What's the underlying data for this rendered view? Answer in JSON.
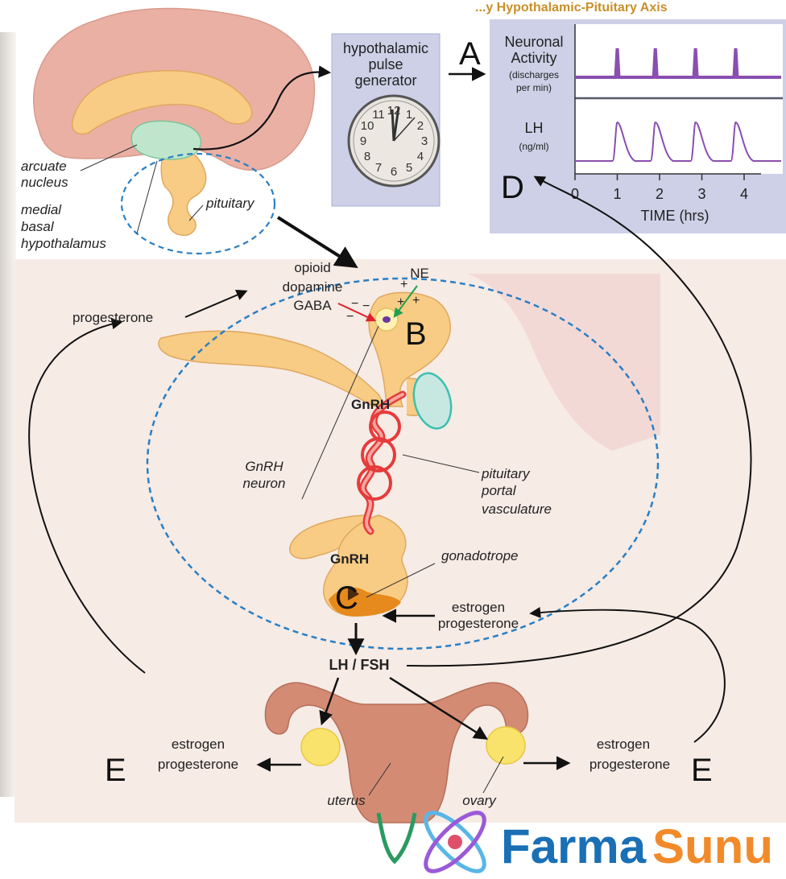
{
  "header_fragment": "...y Hypothalamic-Pituitary Axis",
  "brain": {
    "arcuate_label": [
      "arcuate",
      "nucleus"
    ],
    "mbh_label": [
      "medial",
      "basal",
      "hypothalamus"
    ],
    "pituitary_label": "pituitary"
  },
  "generator": {
    "title": [
      "hypothalamic",
      "pulse",
      "generator"
    ],
    "clock_numbers": [
      "12",
      "1",
      "2",
      "3",
      "4",
      "5",
      "6",
      "7",
      "8",
      "9",
      "10",
      "11"
    ],
    "label_A": "A"
  },
  "graphs": {
    "neuronal_title": [
      "Neuronal",
      "Activity"
    ],
    "neuronal_unit": [
      "(discharges",
      "per min)"
    ],
    "lh_title": "LH",
    "lh_unit": "(ng/ml)",
    "label_D": "D",
    "x_ticks": [
      "0",
      "1",
      "2",
      "3",
      "4"
    ],
    "x_label": "TIME (hrs)",
    "line_color": "#8a4fb0"
  },
  "chart_data": [
    {
      "type": "line",
      "title": "Neuronal Activity",
      "ylabel": "(discharges per min)",
      "xlabel": "TIME (hrs)",
      "x": [
        0,
        1,
        2,
        3,
        4
      ],
      "pulse_times": [
        1,
        1.9,
        2.85,
        3.8
      ]
    },
    {
      "type": "line",
      "title": "LH",
      "ylabel": "(ng/ml)",
      "xlabel": "TIME (hrs)",
      "x": [
        0,
        1,
        2,
        3,
        4
      ],
      "pulse_times": [
        1,
        1.9,
        2.85,
        3.8
      ]
    }
  ],
  "neuro": {
    "inhibitors": [
      "opioid",
      "dopamine",
      "GABA"
    ],
    "ne": "NE",
    "minus": "−",
    "plus": "+",
    "label_B": "B",
    "gnrh_top": "GnRH",
    "gnrh_bottom": "GnRH",
    "gnrh_neuron": [
      "GnRH",
      "neuron"
    ],
    "portal": [
      "pituitary",
      "portal",
      "vasculature"
    ],
    "gonadotrope": "gonadotrope",
    "label_C": "C"
  },
  "feedback": {
    "progesterone_top": "progesterone",
    "estrogen_progesterone_mid": [
      "estrogen",
      "progesterone"
    ],
    "lh_fsh": "LH / FSH",
    "left_out": [
      "estrogen",
      "progesterone"
    ],
    "right_out": [
      "estrogen",
      "progesterone"
    ],
    "label_E_left": "E",
    "label_E_right": "E",
    "uterus": "uterus",
    "ovary": "ovary"
  },
  "brand": {
    "part1": "Farma",
    "part2": "Sunu"
  }
}
